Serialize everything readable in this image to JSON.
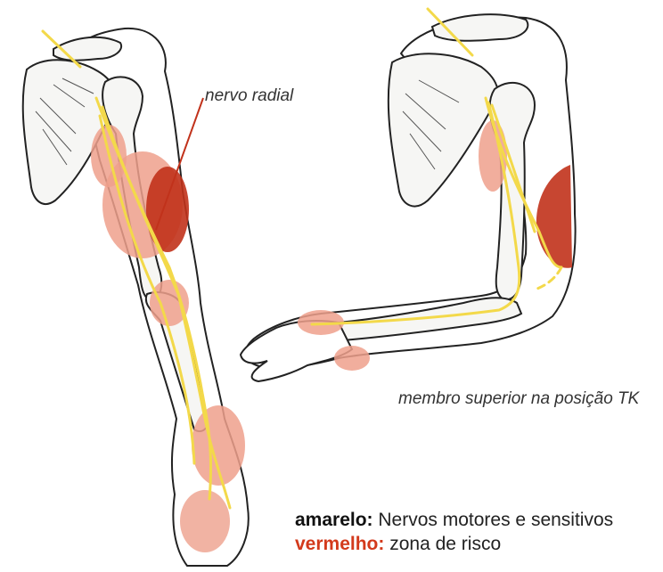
{
  "annotations": {
    "nerve_label": "nervo radial",
    "posture_label": "membro superior na posição TK"
  },
  "legend": {
    "yellow_key": "amarelo:",
    "yellow_desc": "Nervos motores e sensitivos",
    "red_key": "vermelho:",
    "red_desc": "zona de risco"
  },
  "colors": {
    "nerve_yellow": "#f3d94a",
    "risk_light": "#eea08c",
    "risk_dark": "#c1321b",
    "bone_fill": "#f6f6f4",
    "line": "#222222",
    "legend_red": "#d33a1c"
  }
}
